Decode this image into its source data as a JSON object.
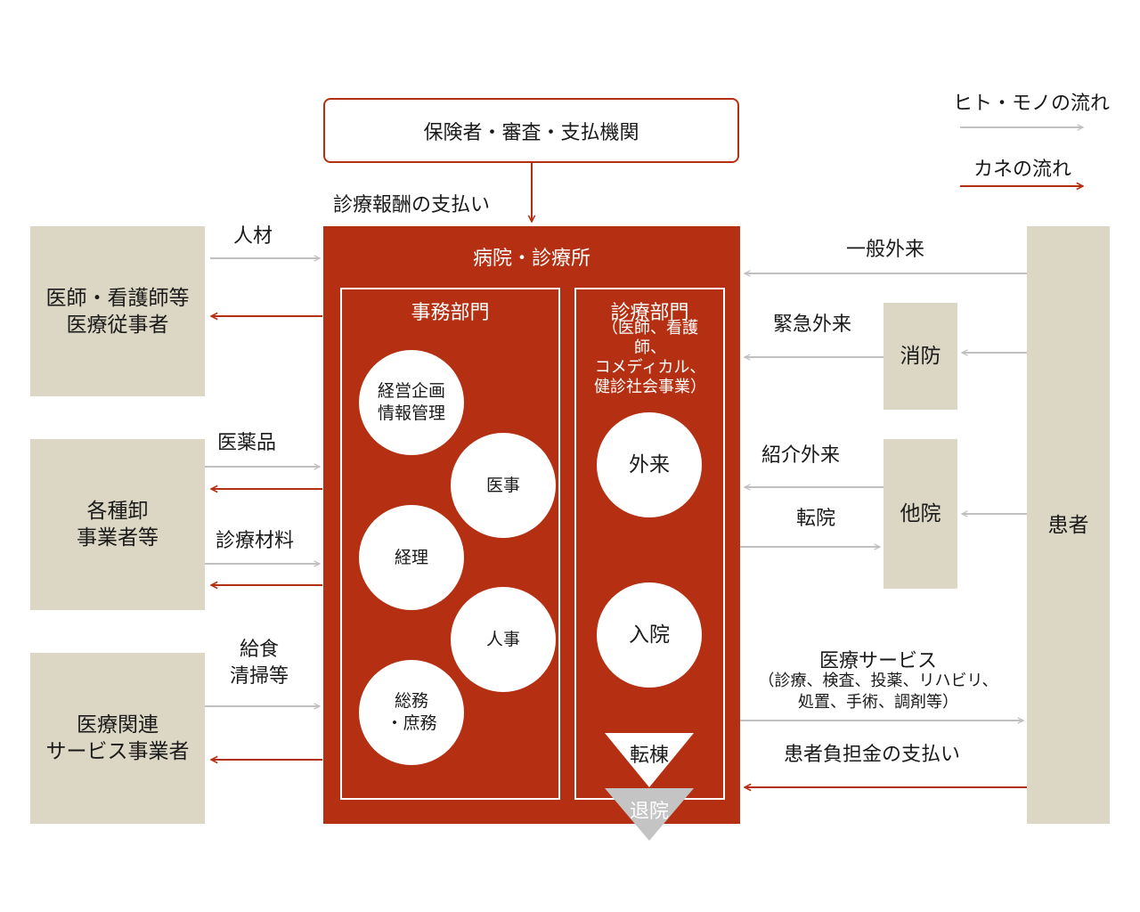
{
  "legend": {
    "people_goods": "ヒト・モノの流れ",
    "money": "カネの流れ",
    "colors": {
      "people_goods": "#c0c0c0",
      "money": "#b53012"
    }
  },
  "insurer": {
    "label": "保険者・審査・支払機関",
    "payment_label": "診療報酬の支払い"
  },
  "hospital": {
    "title": "病院・診療所",
    "admin": {
      "title": "事務部門",
      "units": [
        "経営企画\n情報管理",
        "医事",
        "経理",
        "人事",
        "総務\n・庶務"
      ]
    },
    "clinical": {
      "title": "診療部門",
      "members": "（医師、看護\n師、\nコメディカル、\n健診社会事業）",
      "outpatient": "外来",
      "inpatient": "入院",
      "transfer": "転棟",
      "discharge": "退院"
    },
    "colors": {
      "fill": "#b53012"
    }
  },
  "suppliers": [
    {
      "label": "医師・看護師等\n医療従事者",
      "flow_label": "人材"
    },
    {
      "label": "各種卸\n事業者等",
      "flow_labels": [
        "医薬品",
        "診療材料"
      ]
    },
    {
      "label": "医療関連\nサービス事業者",
      "flow_label": "給食\n清掃等"
    }
  ],
  "right_side": {
    "patient": "患者",
    "fire_dept": "消防",
    "other_hospital": "他院",
    "flows": {
      "general": "一般外来",
      "emergency": "緊急外来",
      "referral": "紹介外来",
      "transfer": "転院",
      "service_title": "医療サービス",
      "service_detail": "（診療、検査、投薬、リハビリ、\n処置、手術、調剤等）",
      "copay": "患者負担金の支払い"
    },
    "colors": {
      "box": "#dcd7c4"
    }
  }
}
